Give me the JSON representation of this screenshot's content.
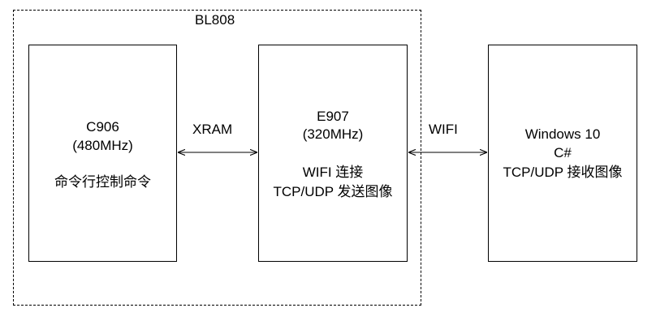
{
  "group": {
    "label": "BL808"
  },
  "blocks": {
    "c906": {
      "name": "C906",
      "freq": "(480MHz)",
      "desc": "命令行控制命令"
    },
    "e907": {
      "name": "E907",
      "freq": "(320MHz)",
      "desc_line1": "WIFI 连接",
      "desc_line2": "TCP/UDP 发送图像"
    },
    "pc": {
      "name": "Windows 10",
      "lang": "C#",
      "desc": "TCP/UDP 接收图像"
    }
  },
  "links": {
    "c906_e907": "XRAM",
    "e907_pc": "WIFI"
  }
}
